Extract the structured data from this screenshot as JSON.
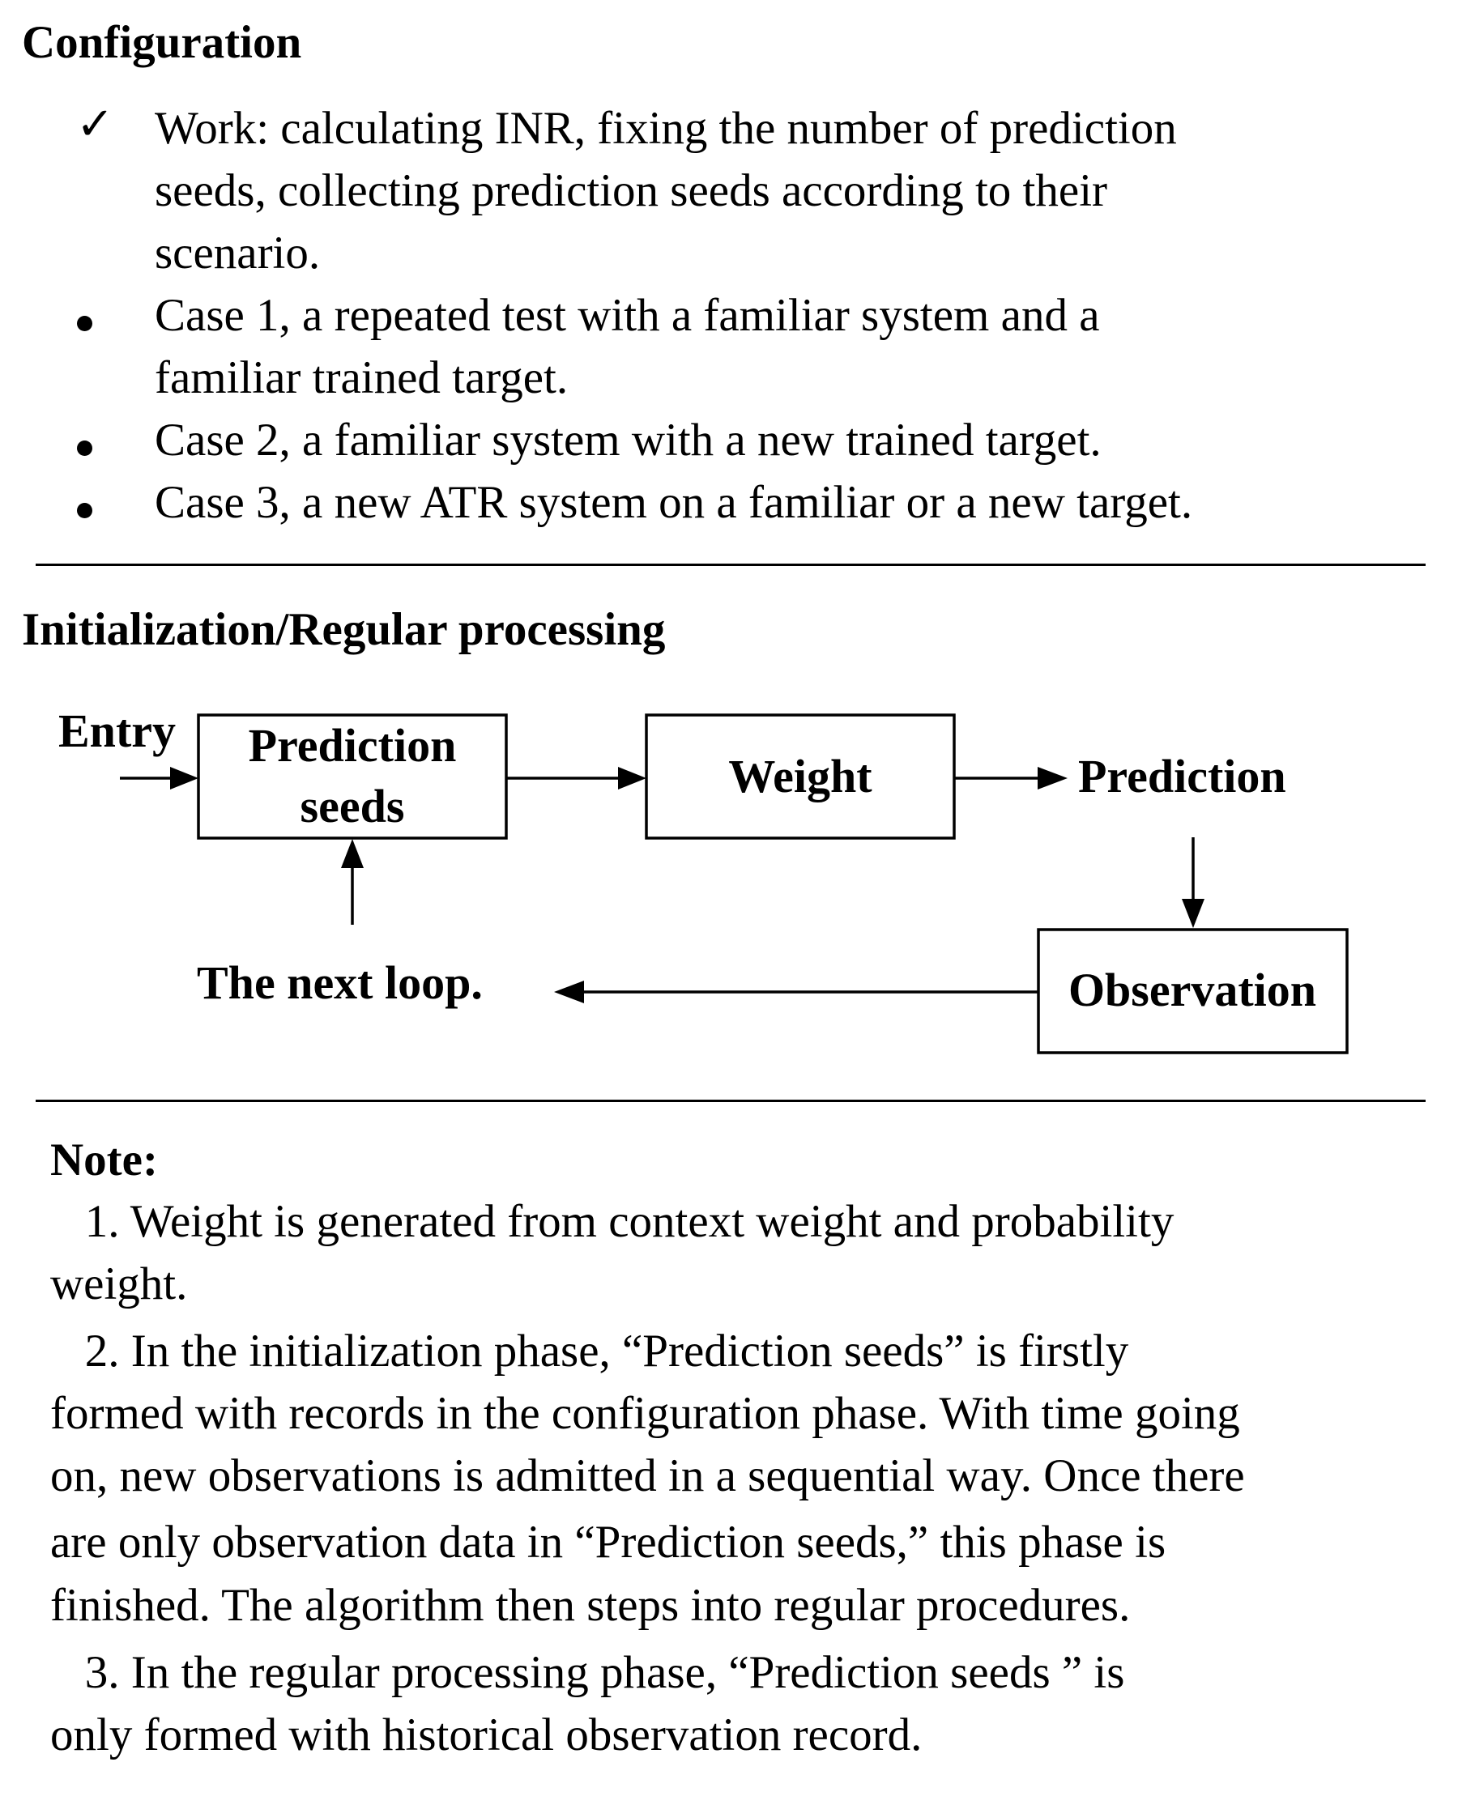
{
  "configuration": {
    "title": "Configuration",
    "items": [
      {
        "marker": "check-icon",
        "lines": [
          "Work: calculating INR, fixing the number of prediction",
          "seeds, collecting prediction seeds according to their",
          "scenario."
        ]
      },
      {
        "marker": "bullet-icon",
        "lines": [
          "Case 1, a repeated test with a familiar system and a",
          "familiar trained target."
        ]
      },
      {
        "marker": "bullet-icon",
        "lines": [
          "Case 2, a familiar system with a new trained target."
        ]
      },
      {
        "marker": "bullet-icon",
        "lines": [
          "Case 3, a new ATR system on a familiar or a new target."
        ]
      }
    ]
  },
  "processing": {
    "title": "Initialization/Regular processing",
    "diagram": {
      "entry_label": "Entry",
      "prediction_seeds_label": [
        "Prediction",
        "seeds"
      ],
      "weight_label": "Weight",
      "prediction_label": "Prediction",
      "observation_label": "Observation",
      "next_loop_label": "The next loop."
    }
  },
  "note": {
    "heading": "Note:",
    "lines": [
      "   1. Weight is generated from context weight and probability",
      "weight.",
      "   2. In the initialization phase, “Prediction seeds” is firstly",
      "formed with records in the configuration phase. With time going",
      "on, new observations is admitted in a sequential way. Once there",
      "are only observation data in “Prediction seeds,” this phase is",
      "finished. The algorithm then steps into regular procedures.",
      "   3. In the regular processing phase, “Prediction seeds ” is",
      "only formed with historical observation record."
    ]
  }
}
